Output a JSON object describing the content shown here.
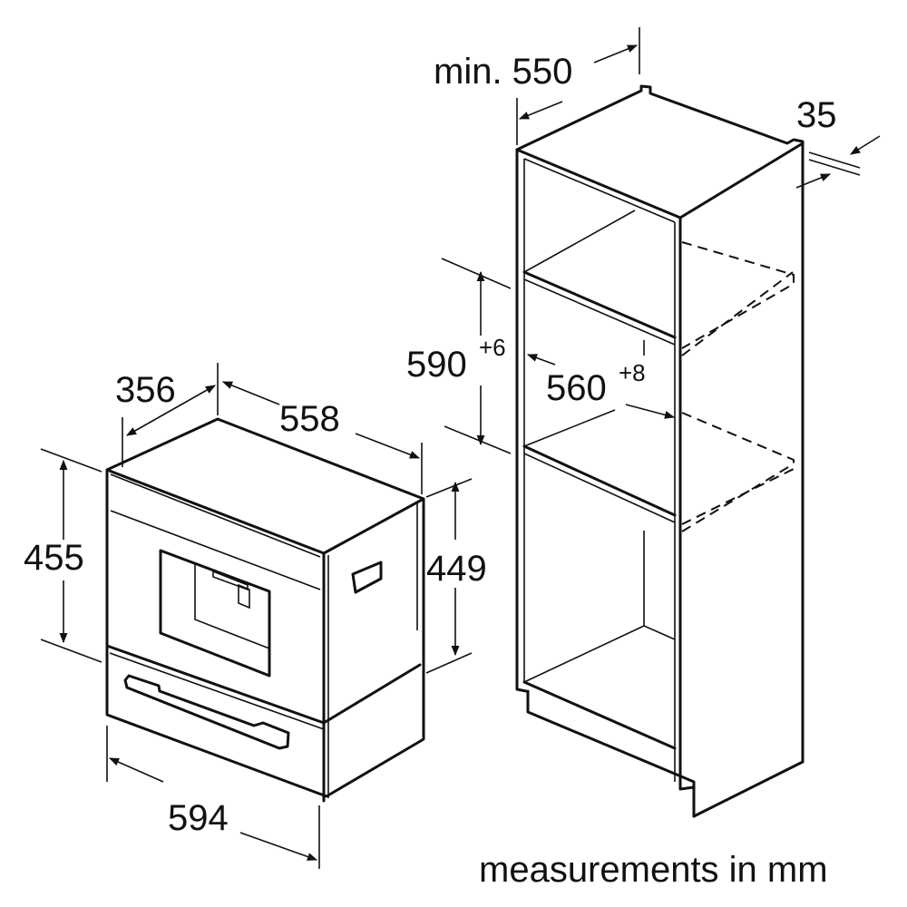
{
  "units_note": "measurements in mm",
  "appliance": {
    "depth": "356",
    "width_top": "558",
    "height_total": "455",
    "height_body": "449",
    "width_front": "594"
  },
  "cabinet": {
    "depth_min": "min. 550",
    "back_gap": "35",
    "niche_height": "590",
    "niche_height_tol": "+6",
    "niche_width": "560",
    "niche_width_tol": "+8"
  }
}
